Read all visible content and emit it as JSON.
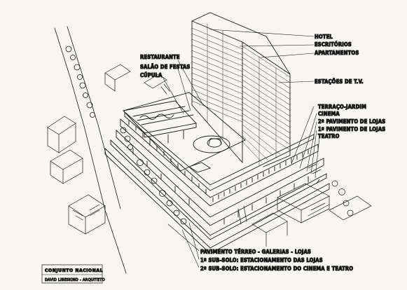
{
  "labels": {
    "hotel": "HOTEL",
    "escritorios": "ESCRITÓRIOS",
    "apartamentos": "APARTAMENTOS",
    "restaurante": "RESTAURANTE",
    "salao": "SALÃO DE FESTAS",
    "cupula": "CÚPULA",
    "estacoes": "ESTAÇÕES DE T.V.",
    "terraco": "TERRAÇO-JARDIM",
    "cinema": "CINEMA",
    "pav2": "2º PAVIMENTO DE LOJAS",
    "pav1": "1º PAVIMENTO DE LOJAS",
    "teatro": "TEATRO",
    "terreo": "PAVIMENTO TÉRREO - GALERIAS - LOJAS",
    "subsolo1": "1º SUB-SOLO: ESTACIONAMENTO DAS LOJAS",
    "subsolo2": "2º SUB-SOLO: ESTACIONAMENTO DO CINEMA E TEATRO"
  },
  "title_block": {
    "name": "CONJUNTO NACIONAL",
    "architect": "DAVID LIBESKIND - ARQUITETO"
  }
}
